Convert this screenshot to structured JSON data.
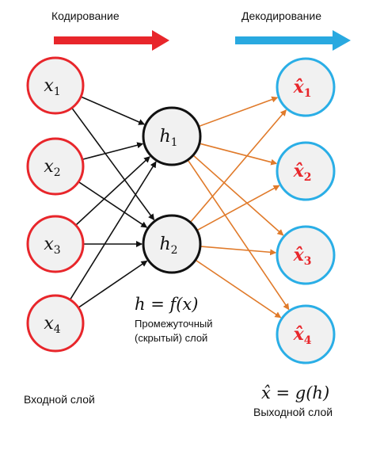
{
  "headers": {
    "encoding": "Кодирование",
    "decoding": "Декодирование"
  },
  "colors": {
    "encoding_arrow": "#e8262b",
    "decoding_arrow": "#29a9e0",
    "input_stroke": "#e8262b",
    "output_stroke": "#2aaee6",
    "hidden_stroke": "#111111",
    "node_fill": "#f1f1f1",
    "encoder_edge": "#111111",
    "decoder_edge": "#e07a2a",
    "output_text": "#e8262b"
  },
  "input_nodes": [
    {
      "symbol": "x",
      "index": "1"
    },
    {
      "symbol": "x",
      "index": "2"
    },
    {
      "symbol": "x",
      "index": "3"
    },
    {
      "symbol": "x",
      "index": "4"
    }
  ],
  "hidden_nodes": [
    {
      "symbol": "h",
      "index": "1"
    },
    {
      "symbol": "h",
      "index": "2"
    }
  ],
  "output_nodes": [
    {
      "symbol": "x̂",
      "index": "1"
    },
    {
      "symbol": "x̂",
      "index": "2"
    },
    {
      "symbol": "x̂",
      "index": "3"
    },
    {
      "symbol": "x̂",
      "index": "4"
    }
  ],
  "formulas": {
    "hidden": "h = f(x)",
    "output": "x̂ = g(h)"
  },
  "labels": {
    "input_layer": "Входной слой",
    "hidden_layer_line1": "Промежуточный",
    "hidden_layer_line2": "(скрытый) слой",
    "output_layer": "Выходной слой"
  }
}
